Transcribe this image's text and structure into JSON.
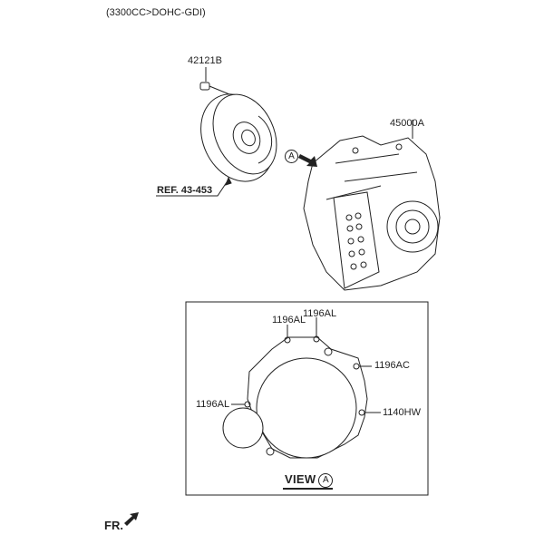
{
  "header": {
    "engine_spec": "(3300CC>DOHC-GDI)"
  },
  "parts": {
    "bolt": {
      "part_no": "42121B"
    },
    "torque_converter": {
      "ref": "REF. 43-453"
    },
    "transaxle": {
      "part_no": "45000A",
      "view_callout": "A"
    }
  },
  "view_a": {
    "title": "VIEW",
    "callout": "A",
    "labels": [
      {
        "id": "top-left",
        "text": "1196AL"
      },
      {
        "id": "top-right",
        "text": "1196AL"
      },
      {
        "id": "right-upper",
        "text": "1196AC"
      },
      {
        "id": "left",
        "text": "1196AL"
      },
      {
        "id": "right-lower",
        "text": "1140HW"
      }
    ]
  },
  "orientation": {
    "label": "FR."
  },
  "colors": {
    "line": "#222222",
    "background": "#ffffff"
  }
}
